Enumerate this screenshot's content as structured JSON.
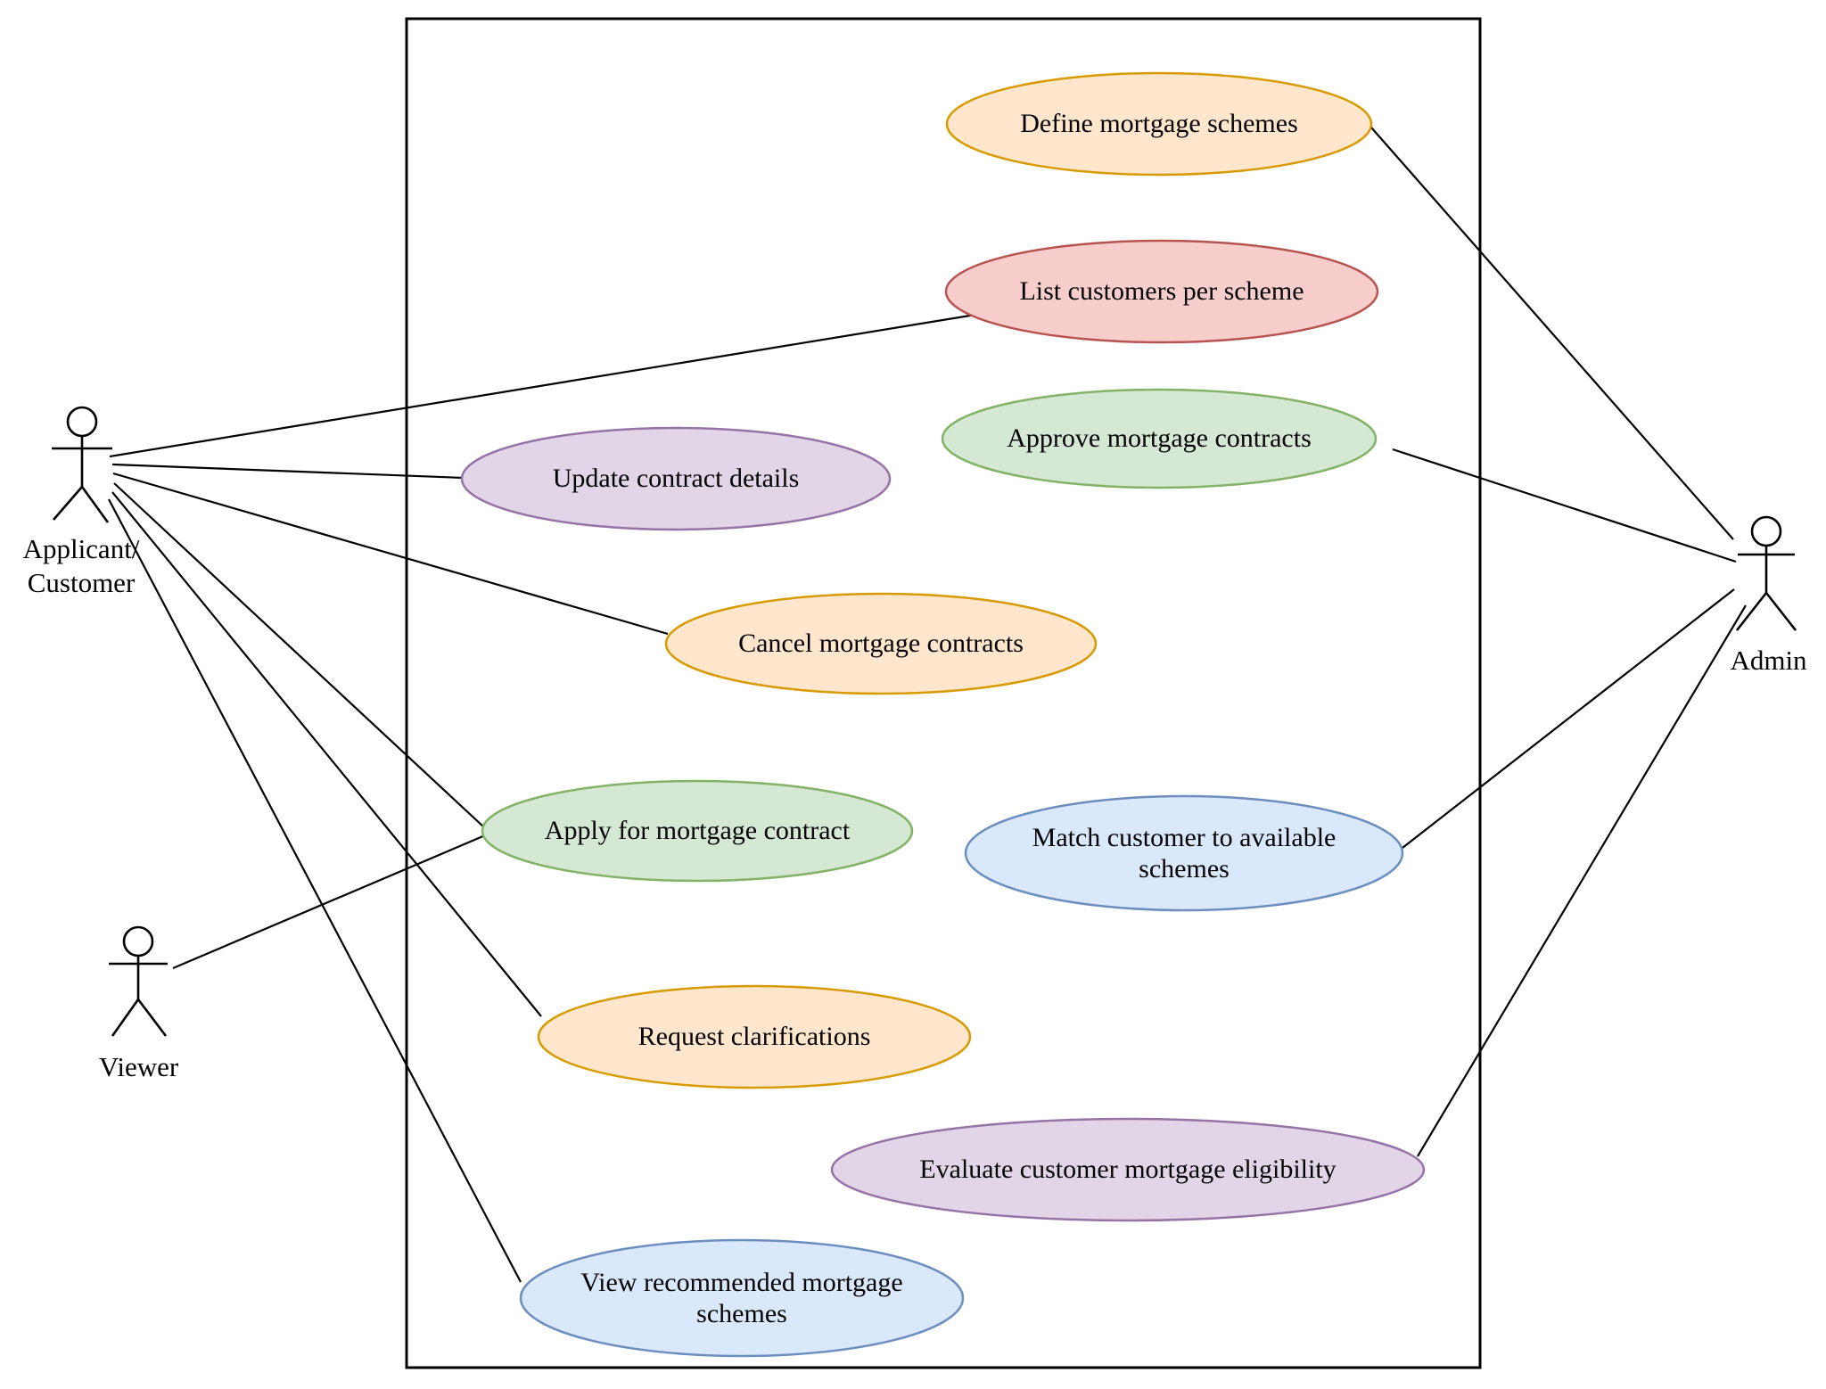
{
  "diagram": {
    "type": "uml-use-case-diagram",
    "background": "#FFFFFF",
    "line_color": "#000000",
    "text_color": "#000000",
    "actors": [
      {
        "id": "applicant-customer",
        "label_line1": "Applicant/",
        "label_line2": "Customer"
      },
      {
        "id": "viewer",
        "label": "Viewer"
      },
      {
        "id": "admin",
        "label": "Admin"
      }
    ],
    "use_cases": [
      {
        "id": "define-mortgage-schemes",
        "label": "Define mortgage schemes",
        "fill": "#FFE6CC",
        "stroke": "#D79B00"
      },
      {
        "id": "list-customers-per-scheme",
        "label": "List customers per scheme",
        "fill": "#F8CECC",
        "stroke": "#B85450"
      },
      {
        "id": "approve-mortgage-contracts",
        "label": "Approve mortgage contracts",
        "fill": "#D5E8D4",
        "stroke": "#82B366"
      },
      {
        "id": "update-contract-details",
        "label": "Update contract details",
        "fill": "#E1D5E7",
        "stroke": "#9673A6"
      },
      {
        "id": "cancel-mortgage-contracts",
        "label": "Cancel mortgage contracts",
        "fill": "#FFE6CC",
        "stroke": "#D79B00"
      },
      {
        "id": "apply-for-mortgage-contract",
        "label": "Apply for mortgage contract",
        "fill": "#D5E8D4",
        "stroke": "#82B366"
      },
      {
        "id": "match-customer-to-available-schemes",
        "label": "Match customer to available schemes",
        "fill": "#DAE8FC",
        "stroke": "#6C8EBF"
      },
      {
        "id": "request-clarifications",
        "label": "Request clarifications",
        "fill": "#FFE6CC",
        "stroke": "#D79B00"
      },
      {
        "id": "evaluate-customer-mortgage-eligibility",
        "label": "Evaluate customer mortgage eligibility",
        "fill": "#E1D5E7",
        "stroke": "#9673A6"
      },
      {
        "id": "view-recommended-mortgage-schemes",
        "label": "View recommended mortgage schemes",
        "fill": "#DAE8FC",
        "stroke": "#6C8EBF"
      }
    ],
    "connections": [
      {
        "from": "applicant-customer",
        "to": "list-customers-per-scheme"
      },
      {
        "from": "applicant-customer",
        "to": "update-contract-details"
      },
      {
        "from": "applicant-customer",
        "to": "cancel-mortgage-contracts"
      },
      {
        "from": "applicant-customer",
        "to": "apply-for-mortgage-contract"
      },
      {
        "from": "applicant-customer",
        "to": "request-clarifications"
      },
      {
        "from": "applicant-customer",
        "to": "view-recommended-mortgage-schemes"
      },
      {
        "from": "viewer",
        "to": "apply-for-mortgage-contract"
      },
      {
        "from": "admin",
        "to": "define-mortgage-schemes"
      },
      {
        "from": "admin",
        "to": "approve-mortgage-contracts"
      },
      {
        "from": "admin",
        "to": "match-customer-to-available-schemes"
      },
      {
        "from": "admin",
        "to": "evaluate-customer-mortgage-eligibility"
      }
    ]
  }
}
